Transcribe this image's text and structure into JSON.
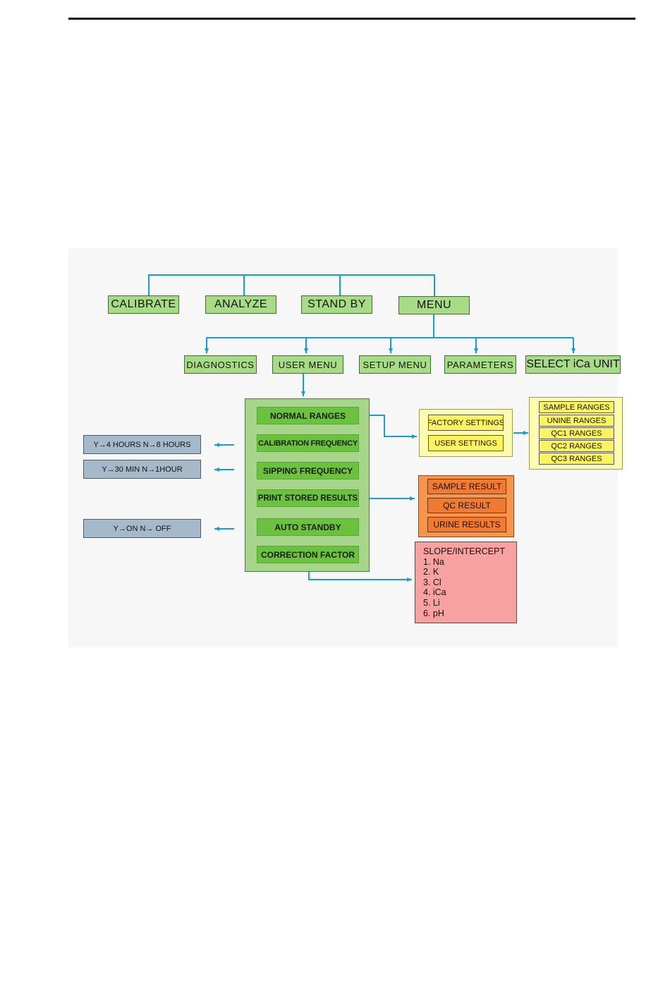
{
  "top_row": [
    "CALIBRATE",
    "ANALYZE",
    "STAND BY",
    "MENU"
  ],
  "menu_row": [
    "DIAGNOSTICS",
    "USER MENU",
    "SETUP MENU",
    "PARAMETERS",
    "SELECT iCa UNIT"
  ],
  "user_menu_items": [
    "NORMAL RANGES",
    "CALIBRATION FREQUENCY",
    "SIPPING FREQUENCY",
    "PRINT STORED RESULTS",
    "AUTO STANDBY",
    "CORRECTION FACTOR"
  ],
  "settings": [
    "FACTORY SETTINGS",
    "USER SETTINGS"
  ],
  "ranges": [
    "SAMPLE RANGES",
    "UNINE RANGES",
    "QC1 RANGES",
    "QC2 RANGES",
    "QC3 RANGES"
  ],
  "results": [
    "SAMPLE RESULT",
    "QC RESULT",
    "URINE RESULTS"
  ],
  "options": [
    "Y→4 HOURS  N→8 HOURS",
    "Y→30 MIN   N→1HOUR",
    "Y→ON     N→  OFF"
  ],
  "correction": {
    "title": "SLOPE/INTERCEPT",
    "items": [
      "1. Na",
      "2. K",
      "3. Cl",
      "4. iCa",
      "5. Li",
      "6. pH"
    ]
  },
  "colors": {
    "connector": "#1a9ec9",
    "light_green": "#a8db86",
    "dark_green": "#6bc23f",
    "yellow": "#fcf35e",
    "orange": "#f07a32",
    "grey_blue": "#a6b9cb",
    "pink": "#f8a1a1"
  }
}
